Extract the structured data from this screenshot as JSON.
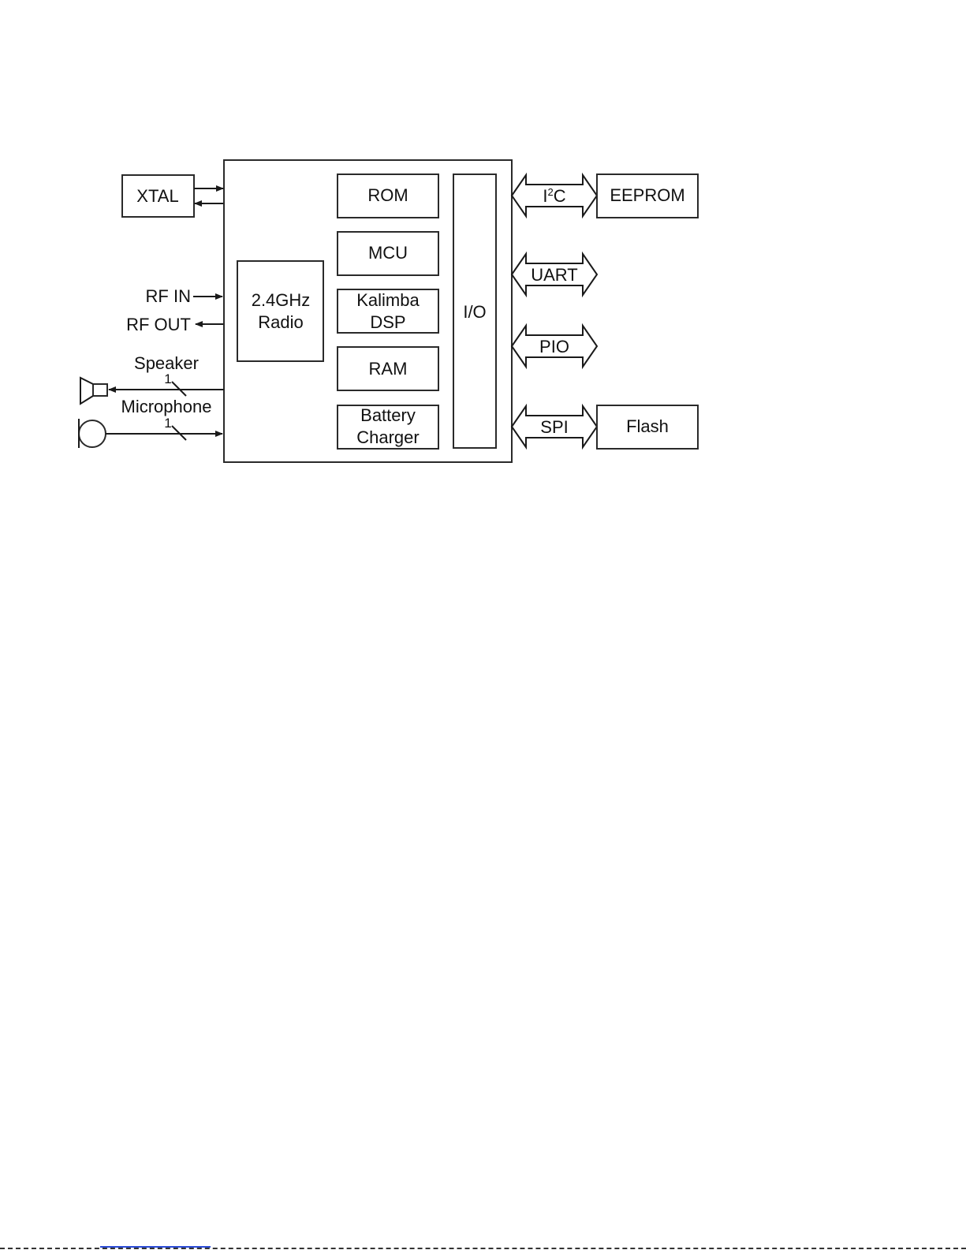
{
  "diagram": {
    "blocks": {
      "xtal": "XTAL",
      "rom": "ROM",
      "mcu": "MCU",
      "dsp_line1": "Kalimba",
      "dsp_line2": "DSP",
      "radio_line1": "2.4GHz",
      "radio_line2": "Radio",
      "ram": "RAM",
      "charger_line1": "Battery",
      "charger_line2": "Charger",
      "io": "I/O",
      "eeprom": "EEPROM",
      "flash": "Flash"
    },
    "signals": {
      "rf_in": "RF IN",
      "rf_out": "RF OUT",
      "speaker": "Speaker",
      "microphone": "Microphone",
      "speaker_bits": "1",
      "microphone_bits": "1"
    },
    "buses": {
      "i2c_pre": "I",
      "i2c_sup": "2",
      "i2c_post": "C",
      "uart": "UART",
      "pio": "PIO",
      "spi": "SPI"
    }
  }
}
